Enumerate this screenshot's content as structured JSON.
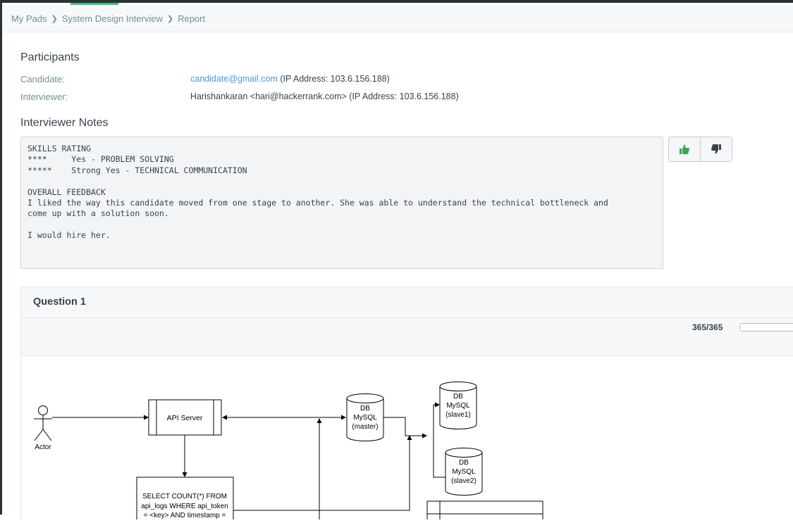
{
  "breadcrumb": {
    "items": [
      "My Pads",
      "System Design Interview",
      "Report"
    ]
  },
  "participants": {
    "title": "Participants",
    "candidate_label": "Candidate:",
    "candidate_email": "candidate@gmail.com",
    "candidate_ip": "(IP Address: 103.6.156.188)",
    "interviewer_label": "Interviewer:",
    "interviewer_value": "Harishankaran <hari@hackerrank.com> (IP Address: 103.6.156.188)"
  },
  "notes": {
    "title": "Interviewer Notes",
    "text": "SKILLS RATING\n****     Yes - PROBLEM SOLVING\n*****    Strong Yes - TECHNICAL COMMUNICATION\n\nOVERALL FEEDBACK\nI liked the way this candidate moved from one stage to another. She was able to understand the technical bottleneck and\ncome up with a solution soon.\n\nI would hire her."
  },
  "vote": {
    "selected": "thumbs-up",
    "up_color": "#39a85b",
    "down_color": "#39424e"
  },
  "question": {
    "title": "Question 1",
    "counter": "365/365",
    "progress": 1.0
  },
  "diagram": {
    "actor": "Actor",
    "api_server": "API Server",
    "db_master": [
      "DB",
      "MySQL",
      "(master)"
    ],
    "db_slave1": [
      "DB",
      "MySQL",
      "(slave1)"
    ],
    "db_slave2": [
      "DB",
      "MySQL",
      "(slave2)"
    ],
    "query_lines": [
      "SELECT COUNT(*) FROM",
      "api_logs WHERE api_token",
      "= <key> AND timestamp ="
    ]
  },
  "colors": {
    "link": "#4a98e0",
    "accent": "#39c17a"
  }
}
